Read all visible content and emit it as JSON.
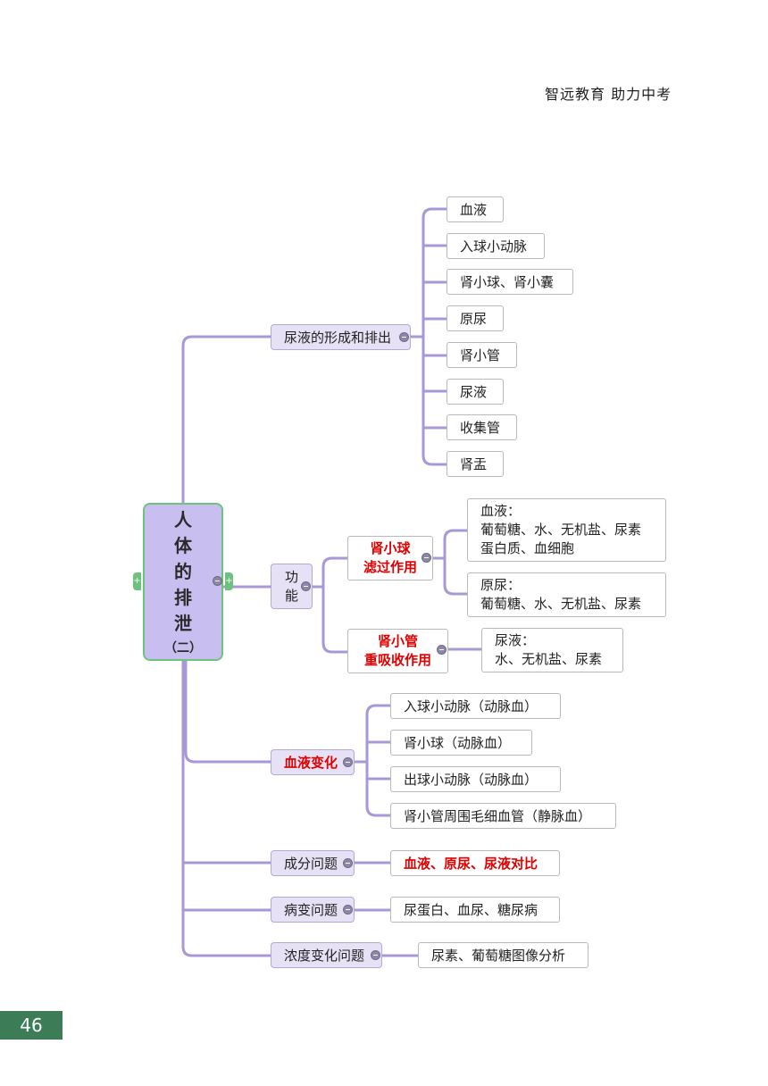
{
  "header": {
    "text": "智远教育  助力中考"
  },
  "page_number": "46",
  "root": {
    "title_chars": [
      "人",
      "体",
      "的",
      "排",
      "泄"
    ],
    "subtitle": "（二）"
  },
  "branches": {
    "formation": {
      "label": "尿液的形成和排出",
      "items": [
        "血液",
        "入球小动脉",
        "肾小球、肾小囊",
        "原尿",
        "肾小管",
        "尿液",
        "收集管",
        "肾盂"
      ]
    },
    "function": {
      "label_lines": [
        "功",
        "能"
      ],
      "glomerulus": {
        "label_lines": [
          "肾小球",
          "滤过作用"
        ],
        "blood": [
          "血液：",
          "葡萄糖、水、无机盐、尿素",
          "蛋白质、血细胞"
        ],
        "primary_urine": [
          "原尿：",
          "葡萄糖、水、无机盐、尿素"
        ]
      },
      "tubule": {
        "label_lines": [
          "肾小管",
          "重吸收作用"
        ],
        "urine": [
          "尿液：",
          "水、无机盐、尿素"
        ]
      }
    },
    "blood_change": {
      "label": "血液变化",
      "items": [
        "入球小动脉（动脉血）",
        "肾小球（动脉血）",
        "出球小动脉（动脉血）",
        "肾小管周围毛细血管（静脉血）"
      ]
    },
    "composition": {
      "label": "成分问题",
      "item": "血液、原尿、尿液对比"
    },
    "disease": {
      "label": "病变问题",
      "item": "尿蛋白、血尿、糖尿病"
    },
    "concentration": {
      "label": "浓度变化问题",
      "item": "尿素、葡萄糖图像分析"
    }
  },
  "colors": {
    "connector": "#a898d8",
    "root_fill": "#c8bff0",
    "root_border": "#6dc27e",
    "highlight": "#e00000",
    "page_tab": "#3c7d58"
  }
}
